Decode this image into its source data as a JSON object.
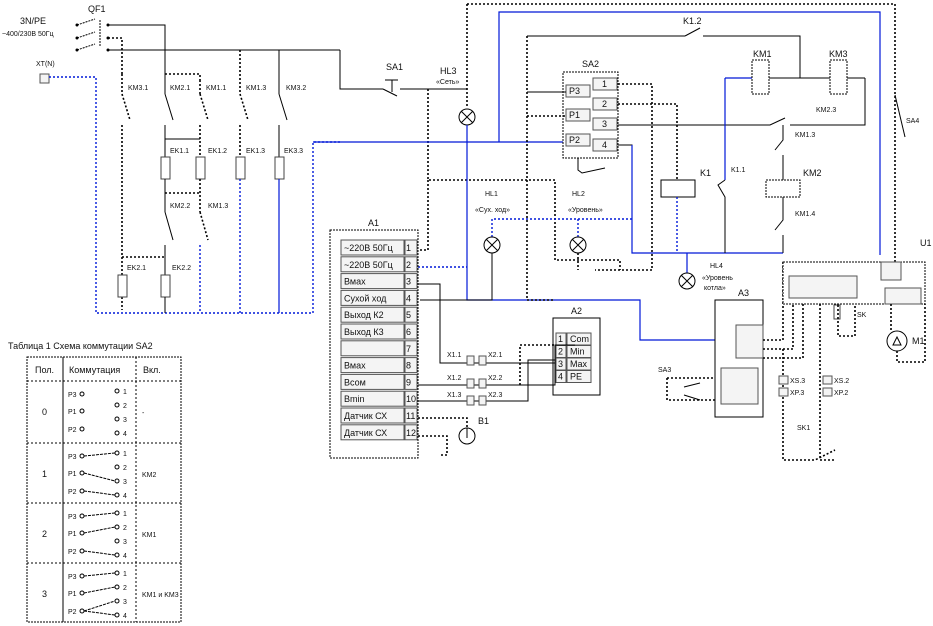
{
  "colors": {
    "wire": "#000000",
    "neutral_wire": "#0018d8"
  },
  "supply": {
    "breaker": "QF1",
    "line1": "3N/PE",
    "line2": "~400/230В 50Гц",
    "neutral_terminal": "XT(N)"
  },
  "contacts": {
    "km3_1": "KM3.1",
    "km2_1": "KM2.1",
    "km1_1": "KM1.1",
    "km1_3_top": "KM1.3",
    "km3_2": "KM3.2",
    "km2_2": "KM2.2",
    "km1_3_mid": "KM1.3",
    "k1_2": "K1.2",
    "k1_1": "K1.1",
    "km2_3": "KM2.3",
    "km1_3_right": "KM1.3",
    "km1_4": "KM1.4",
    "sa4": "SA4",
    "sa1": "SA1",
    "sk1": "SK1",
    "sa3": "SA3"
  },
  "heaters": {
    "ek1_1": "EK1.1",
    "ek1_2": "EK1.2",
    "ek1_3": "EK1.3",
    "ek3_3": "EK3.3",
    "ek2_1": "EK2.1",
    "ek2_2": "EK2.2"
  },
  "lamps": {
    "hl3": "HL3",
    "hl3_desc": "«Сеть»",
    "hl1": "HL1",
    "hl1_desc": "«Сух. ход»",
    "hl2": "HL2",
    "hl2_desc": "«Уровень»",
    "hl4": "HL4",
    "hl4_desc1": "«Уровень",
    "hl4_desc2": "котла»"
  },
  "coils": {
    "km1": "KM1",
    "km3": "KM3",
    "k1": "K1",
    "km2": "KM2"
  },
  "sa2": {
    "title": "SA2",
    "inputs": [
      "P3",
      "P1",
      "P2"
    ],
    "outputs": [
      "1",
      "2",
      "3",
      "4"
    ]
  },
  "a1": {
    "title": "A1",
    "rows": [
      {
        "label": "~220В 50Гц",
        "pin": "1"
      },
      {
        "label": "~220В 50Гц",
        "pin": "2"
      },
      {
        "label": "Вмах",
        "pin": "3"
      },
      {
        "label": "Сухой ход",
        "pin": "4"
      },
      {
        "label": "Выход К2",
        "pin": "5"
      },
      {
        "label": "Выход К3",
        "pin": "6"
      },
      {
        "label": "",
        "pin": "7"
      },
      {
        "label": "Вмах",
        "pin": "8"
      },
      {
        "label": "Всом",
        "pin": "9"
      },
      {
        "label": "Вmin",
        "pin": "10"
      },
      {
        "label": "Датчик СХ",
        "pin": "11"
      },
      {
        "label": "Датчик СХ",
        "pin": "12"
      }
    ]
  },
  "a2": {
    "title": "A2",
    "rows": [
      {
        "pin": "1",
        "label": "Com"
      },
      {
        "pin": "2",
        "label": "Min"
      },
      {
        "pin": "3",
        "label": "Max"
      },
      {
        "pin": "4",
        "label": "PE"
      }
    ]
  },
  "connectors": {
    "x1_1": "X1.1",
    "x2_1": "X2.1",
    "x1_2": "X1.2",
    "x2_2": "X2.2",
    "x1_3": "X1.3",
    "x2_3": "X2.3",
    "xs_3": "XS.3",
    "xp_3": "XP.3",
    "xs_2": "XS.2",
    "xp_2": "XP.2"
  },
  "others": {
    "b1": "B1",
    "a3": "A3",
    "u1": "U1",
    "m1": "M1",
    "sk": "SK"
  },
  "table": {
    "title": "Таблица 1 Схема коммутации SA2",
    "headers": [
      "Пол.",
      "Коммутация",
      "Вкл."
    ],
    "rows": [
      {
        "pos": "0",
        "on": "-"
      },
      {
        "pos": "1",
        "on": "KM2"
      },
      {
        "pos": "2",
        "on": "KM1"
      },
      {
        "pos": "3",
        "on": "KM1 и KM3"
      }
    ],
    "inputs": [
      "P3",
      "P1",
      "P2"
    ],
    "outputs": [
      "1",
      "2",
      "3",
      "4"
    ]
  }
}
